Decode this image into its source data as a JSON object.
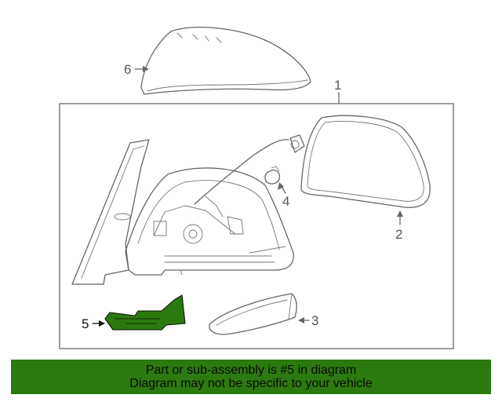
{
  "callouts": {
    "c1": "1",
    "c2": "2",
    "c3": "3",
    "c4": "4",
    "c5": "5",
    "c6": "6"
  },
  "highlight_part": "5",
  "colors": {
    "highlight": "#2b7a0f",
    "banner_bg": "#2b7a0f",
    "line": "#666666"
  },
  "banner": {
    "line1": "Part or sub-assembly is #5 in diagram",
    "line2": "Diagram may not be specific to your vehicle"
  }
}
